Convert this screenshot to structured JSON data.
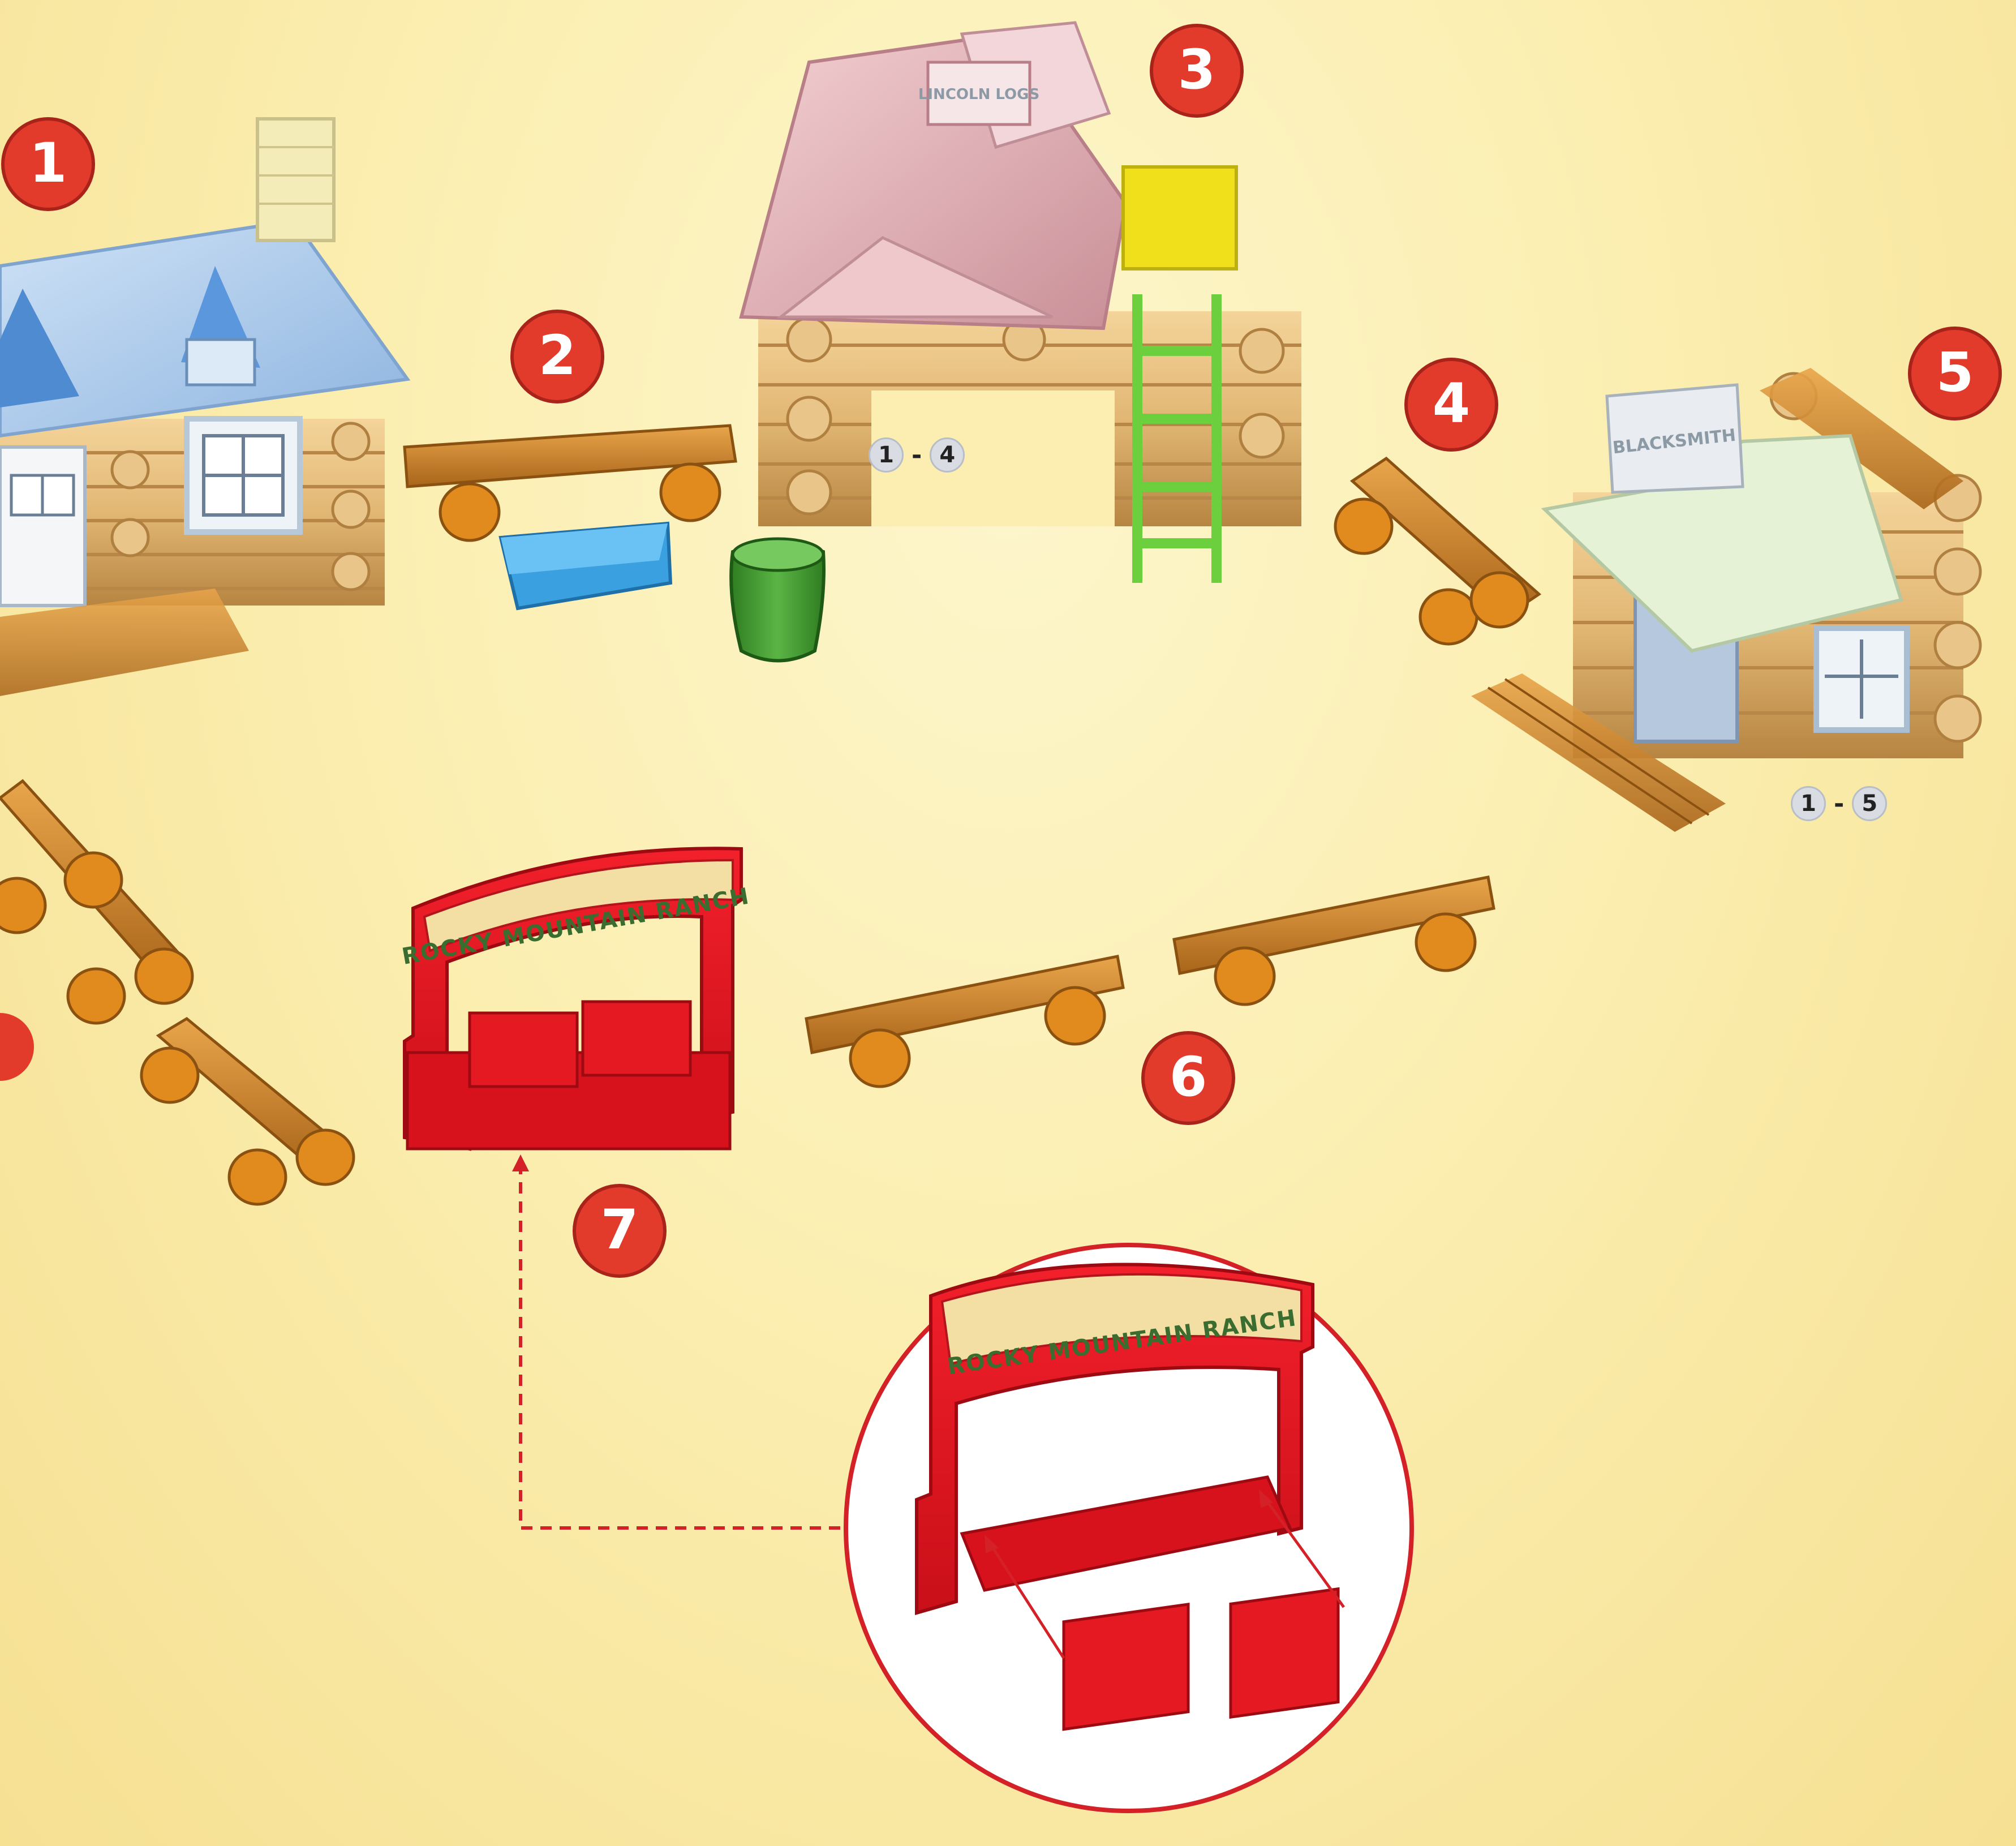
{
  "steps": [
    "1",
    "2",
    "3",
    "4",
    "5",
    "6",
    "7"
  ],
  "ranges": {
    "barn": {
      "from": "1",
      "sep": "-",
      "to": "4"
    },
    "shop": {
      "from": "1",
      "sep": "-",
      "to": "5"
    }
  },
  "signs": {
    "ranch": "ROCKY MOUNTAIN RANCH",
    "shop": "BLACKSMITH",
    "barn": "LINCOLN LOGS"
  },
  "colors": {
    "badge_red": "#e23a2b",
    "gate_red": "#e0141e",
    "log_orange": "#d08a1e",
    "log_tan": "#e2b774",
    "roof_blue": "#aecbea",
    "roof_pink": "#e6b7bc",
    "trough_blue": "#3aa0e0",
    "barrel_green": "#3f9a2e",
    "ladder_green": "#6ccf3e",
    "hay_yellow": "#f0e01c"
  }
}
